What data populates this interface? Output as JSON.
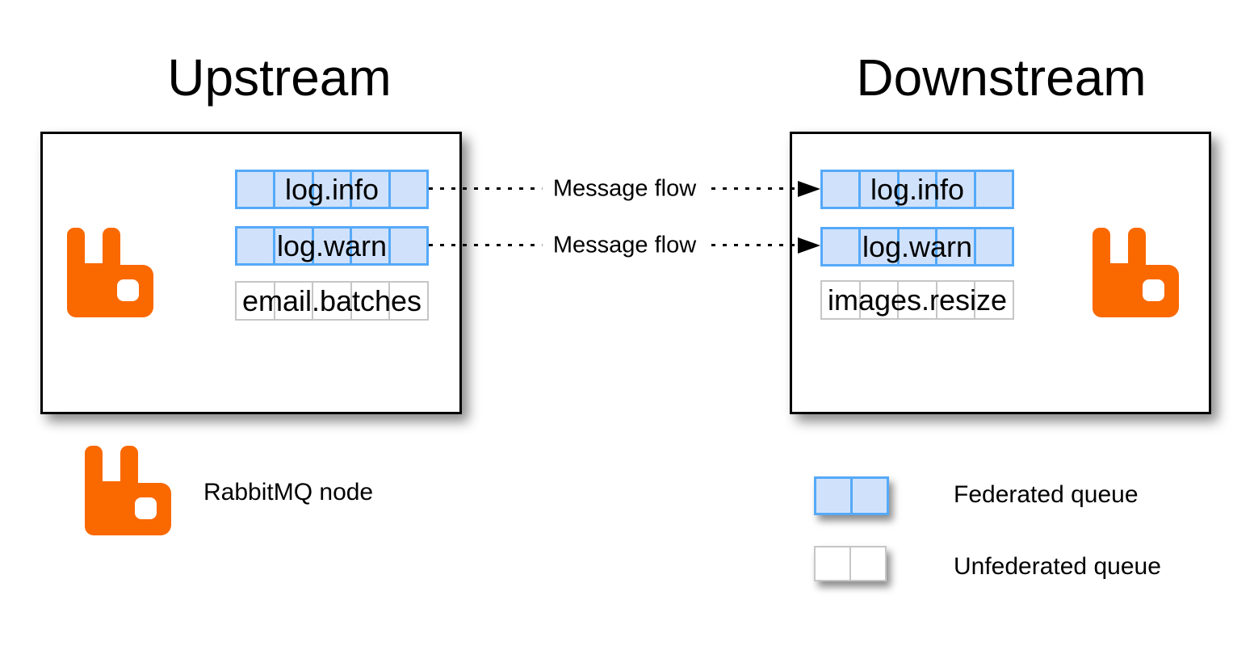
{
  "upstream": {
    "title": "Upstream",
    "queues": [
      {
        "label": "log.info",
        "type": "federated"
      },
      {
        "label": "log.warn",
        "type": "federated"
      },
      {
        "label": "email.batches",
        "type": "unfederated"
      }
    ]
  },
  "downstream": {
    "title": "Downstream",
    "queues": [
      {
        "label": "log.info",
        "type": "federated"
      },
      {
        "label": "log.warn",
        "type": "federated"
      },
      {
        "label": "images.resize",
        "type": "unfederated"
      }
    ]
  },
  "flows": [
    {
      "label": "Message flow"
    },
    {
      "label": "Message flow"
    }
  ],
  "legend": [
    {
      "icon": "rabbitmq-logo-icon",
      "label": "RabbitMQ node"
    },
    {
      "icon": "federated-queue-swatch",
      "label": "Federated queue"
    },
    {
      "icon": "unfederated-queue-swatch",
      "label": "Unfederated queue"
    }
  ],
  "colors": {
    "rabbit_orange": "#fa6800",
    "federated_border": "#55a9f8",
    "federated_fill": "#d0e2fb",
    "unfederated_border": "#c6c6c6",
    "unfederated_fill": "#ffffff",
    "box_border": "#000000",
    "text": "#000000"
  }
}
